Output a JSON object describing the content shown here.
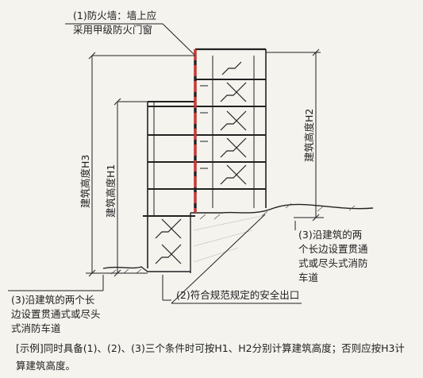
{
  "labels": {
    "firewall_line1": "(1)防火墙：墙上应",
    "firewall_line2": "采用甲级防火门窗",
    "height_h3": "建筑高度H3",
    "height_h1": "建筑高度H1",
    "height_h2": "建筑高度H2",
    "road_right_line1": "(3)沿建筑的两",
    "road_right_line2": "个长边设置贯通",
    "road_right_line3": "式或尽头式消防",
    "road_right_line4": "车道",
    "road_left_line1": "(3)沿建筑的两个长",
    "road_left_line2": "边设置贯通式或尽头",
    "road_left_line3": "式消防车道",
    "exit_label": "(2)符合规范规定的安全出口"
  },
  "caption": {
    "line1": "[示例]同时具备(1)、(2)、(3)三个条件时可按H1、H2分别计算建筑高度；否则应按H3计",
    "line2": "算建筑高度。"
  },
  "colors": {
    "firewall_red": "#e0302e",
    "line": "#222222",
    "background": "#f4f3ee"
  }
}
